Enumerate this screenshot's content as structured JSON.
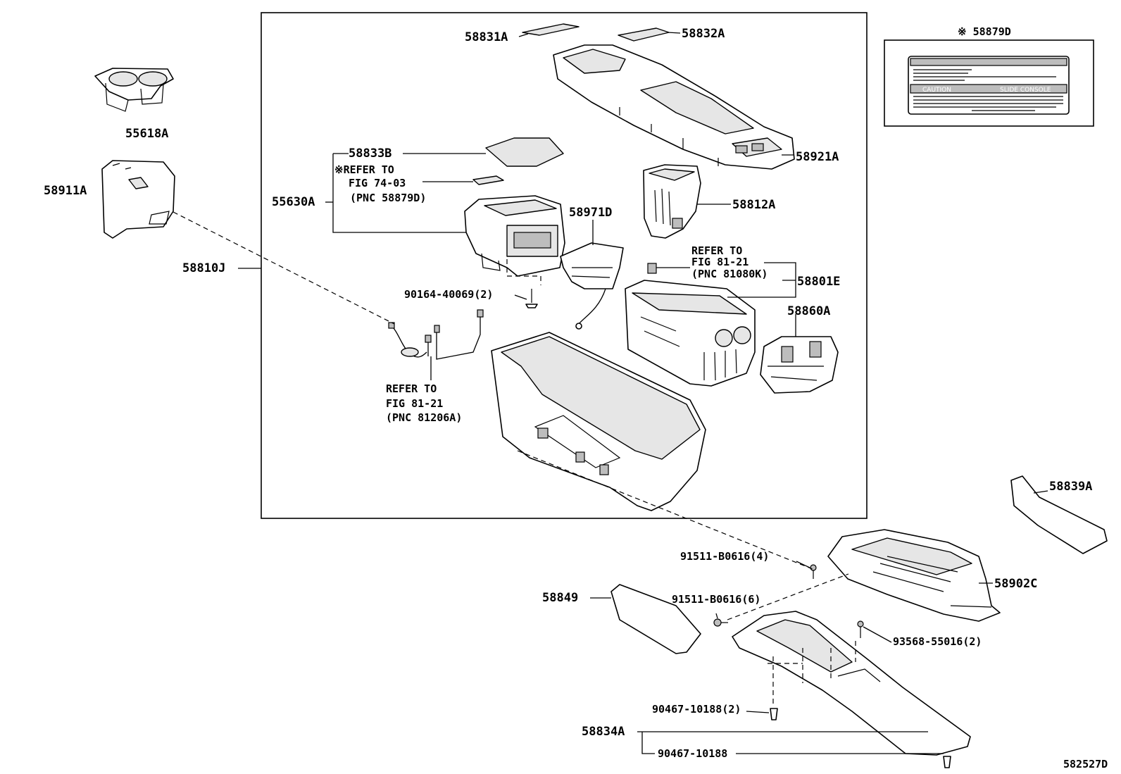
{
  "labels": {
    "p58831A": "58831A",
    "p58832A": "58832A",
    "p58879D": "※ 58879D",
    "p55618A": "55618A",
    "p58911A": "58911A",
    "p58833B": "58833B",
    "refer_74_1": "※REFER TO",
    "refer_74_2": "FIG 74-03",
    "refer_74_3": "(PNC 58879D)",
    "p55630A": "55630A",
    "p58971D": "58971D",
    "p58921A": "58921A",
    "p58812A": "58812A",
    "refer_8121a_1": "REFER TO",
    "refer_8121a_2": "FIG 81-21",
    "refer_8121a_3": "(PNC 81080K)",
    "p58801E": "58801E",
    "p58810J": "58810J",
    "p90164": "90164-40069(2)",
    "p58860A": "58860A",
    "refer_8121b_1": "REFER TO",
    "refer_8121b_2": "FIG 81-21",
    "refer_8121b_3": "(PNC 81206A)",
    "p58839A": "58839A",
    "p91511_4": "91511-B0616(4)",
    "p58902C": "58902C",
    "p58849": "58849",
    "p91511_6": "91511-B0616(6)",
    "p93568": "93568-55016(2)",
    "p90467_2": "90467-10188(2)",
    "p58834A": "58834A",
    "p90467": "90467-10188",
    "drawing_no": "582527D"
  },
  "caution_label": {
    "caution_text": "CAUTION",
    "slide_console_text": "SLIDE CONSOLE"
  }
}
